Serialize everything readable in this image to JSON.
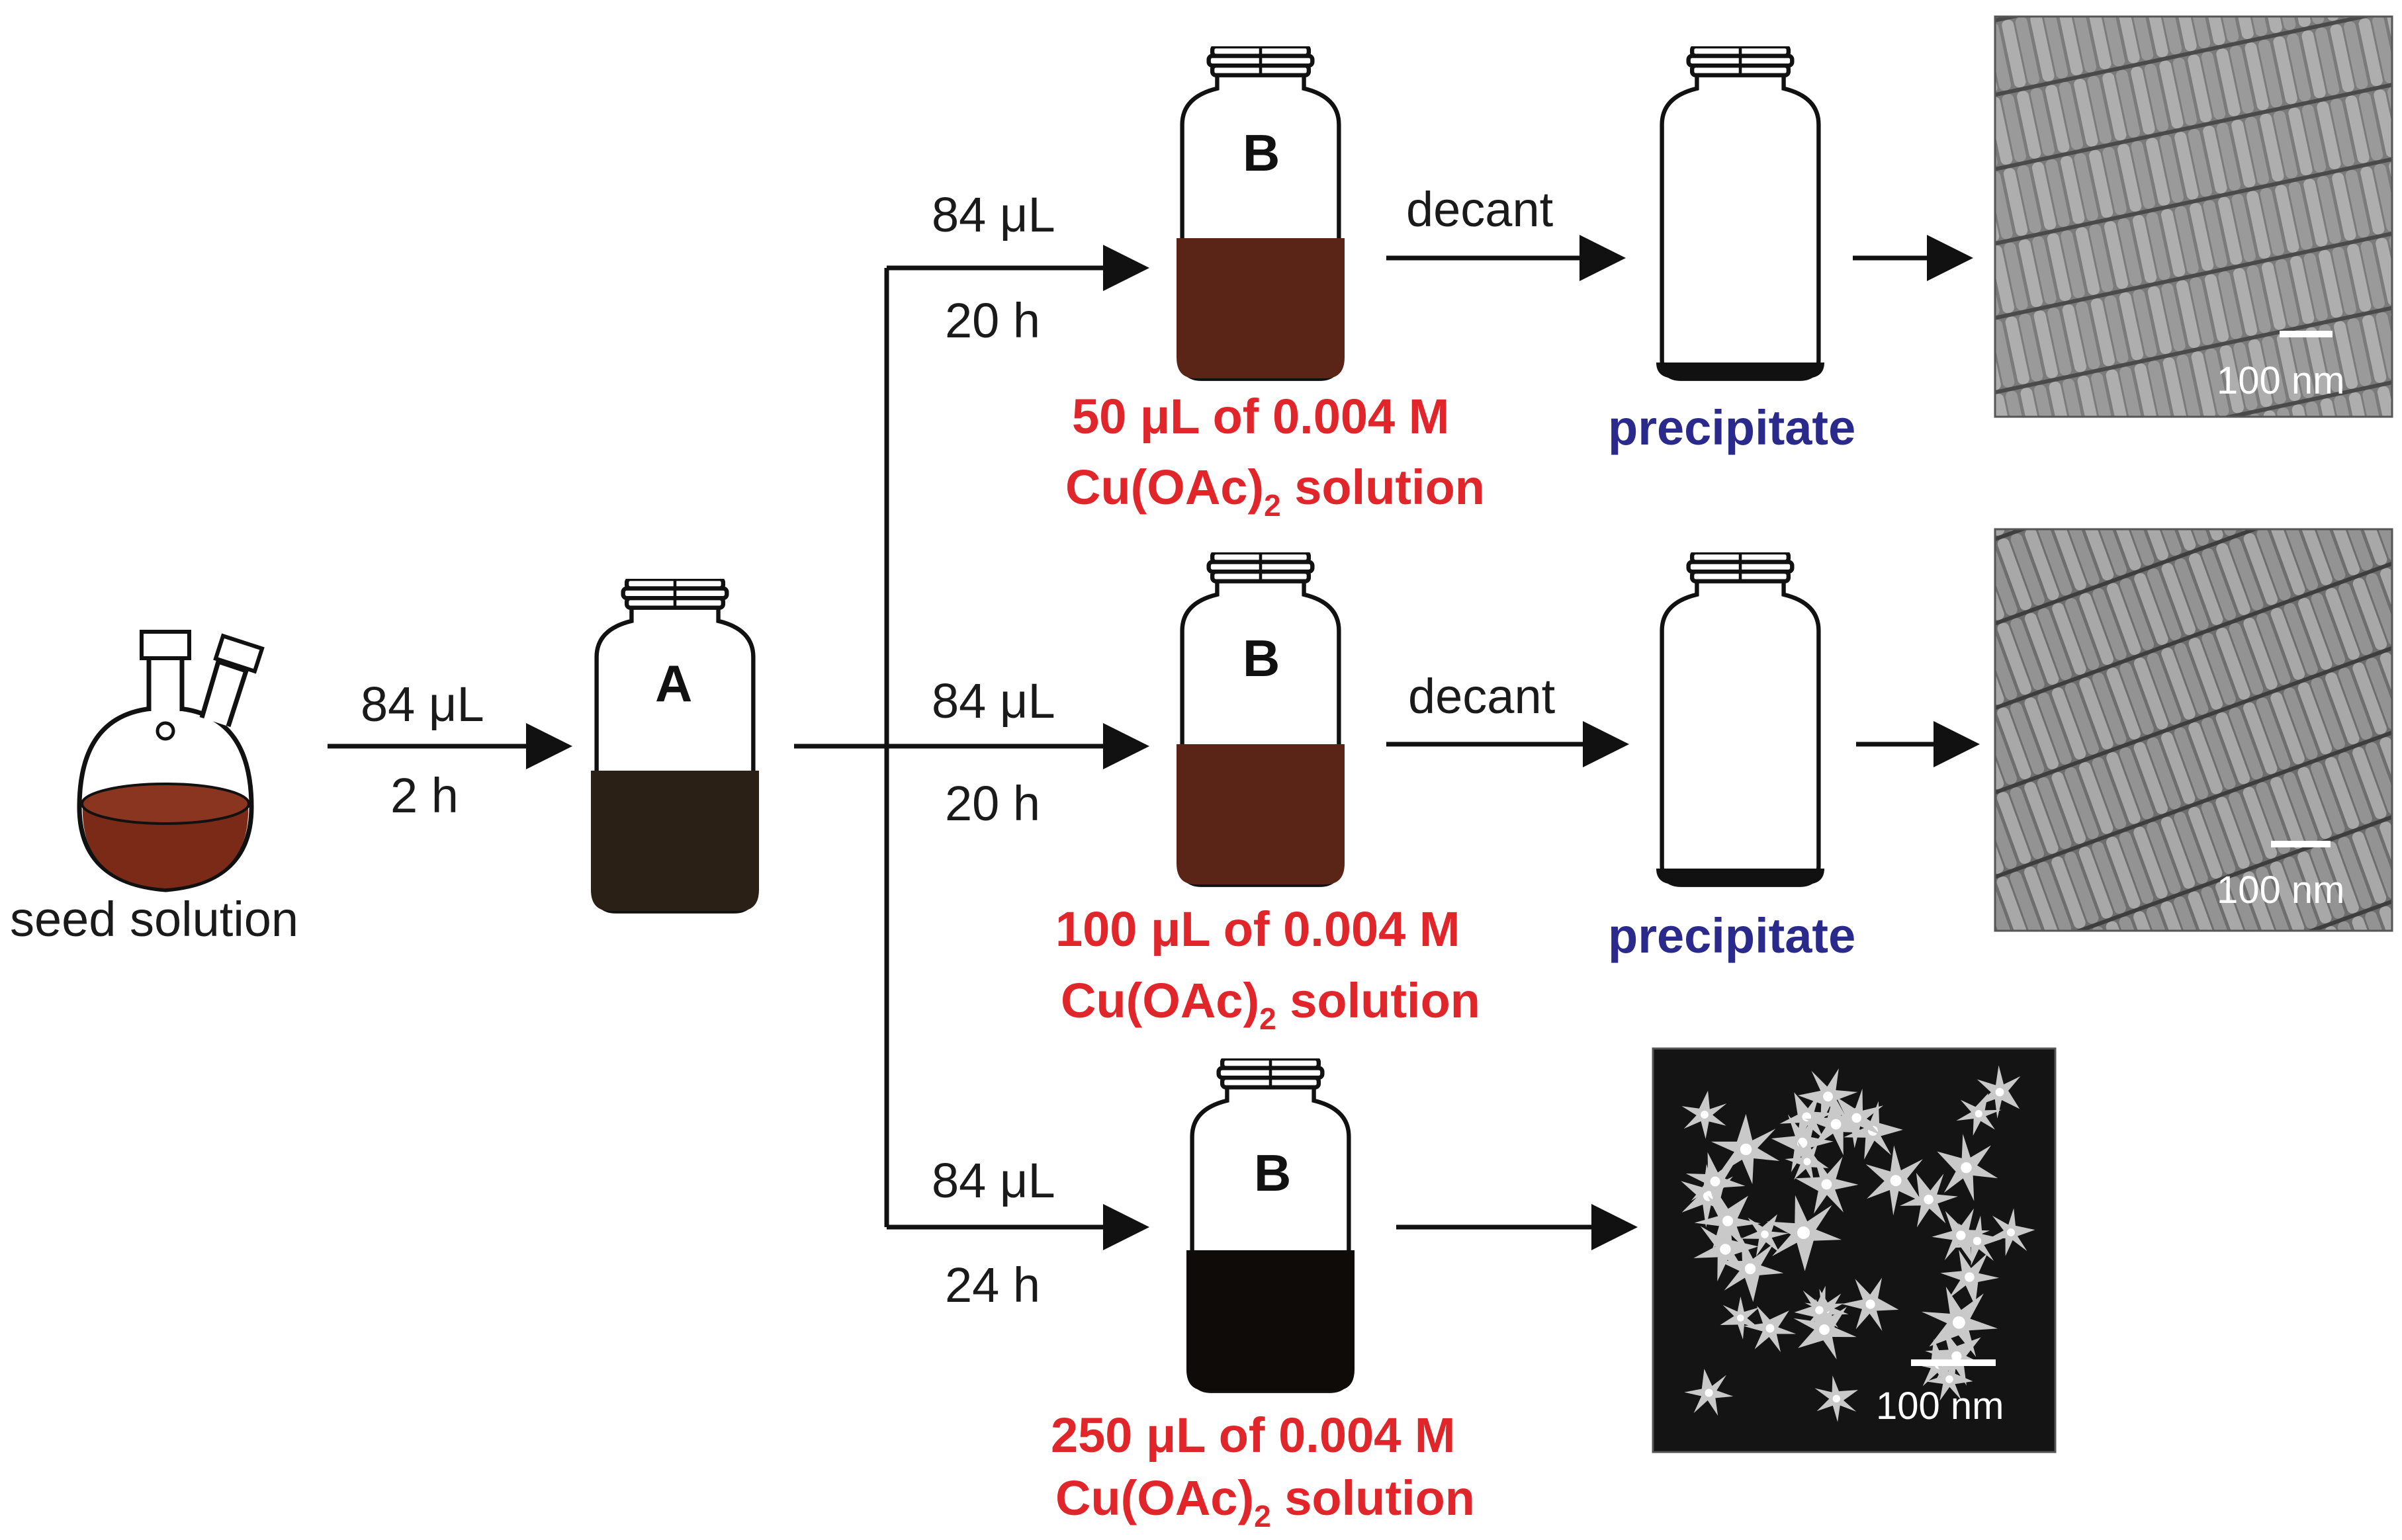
{
  "seed": {
    "label": "seed solution",
    "flask_color": "#7a2a17"
  },
  "step_a": {
    "volume": "84 μL",
    "time": "2 h",
    "jar_label": "A",
    "solution_color": "#2a2016"
  },
  "branches": [
    {
      "volume": "84 μL",
      "time": "20 h",
      "jar_label": "B",
      "solution_color": "#5a2416",
      "additive_line1": "50  μL of 0.004 M",
      "additive_line2": "Cu(OAc)",
      "additive_sub": "2",
      "additive_line2_tail": " solution",
      "decant": "decant",
      "precipitate": "precipitate",
      "scale_label": "100 nm",
      "image_type": "nanorods"
    },
    {
      "volume": "84 μL",
      "time": "20 h",
      "jar_label": "B",
      "solution_color": "#5a2416",
      "additive_line1": "100  μL of 0.004 M",
      "additive_line2": "Cu(OAc)",
      "additive_sub": "2",
      "additive_line2_tail": " solution",
      "decant": "decant",
      "precipitate": "precipitate",
      "scale_label": "100 nm",
      "image_type": "nanorods"
    },
    {
      "volume": "84 μL",
      "time": "24 h",
      "jar_label": "B",
      "solution_color": "#0e0b09",
      "additive_line1": "250  μL of 0.004 M",
      "additive_line2": "Cu(OAc)",
      "additive_sub": "2",
      "additive_line2_tail": " solution",
      "scale_label": "100 nm",
      "image_type": "nanostars"
    }
  ],
  "colors": {
    "additive_text": "#e0262a",
    "precipitate_text": "#2a2a8c"
  }
}
